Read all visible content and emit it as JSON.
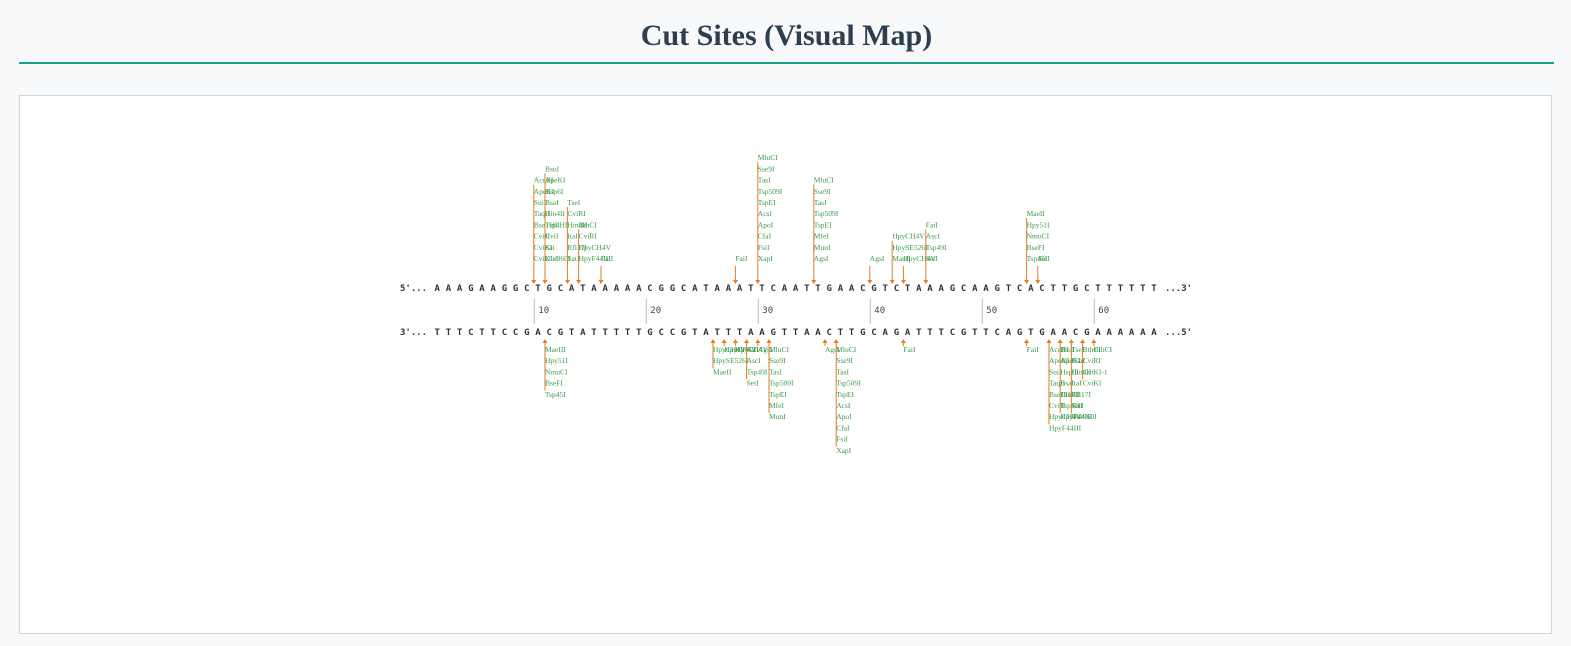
{
  "title": "Cut Sites (Visual Map)",
  "strands": {
    "top": "AAAGAAGGCTGCATAAAAACGGCATAAATTCAATTGAACGTCTAAAGCAAGTCACTTGCTTTTTT",
    "top_prefix": "5'...",
    "top_suffix": "...3'",
    "bottom": "TTTCTTCCGACGTATTTTTGCCGTATTTAAGTTAACTTGCAGATTTCGTTCAGTGAACGAAAAAA",
    "bottom_prefix": "3'...",
    "bottom_suffix": "...5'"
  },
  "ticks": [
    "10",
    "20",
    "30",
    "40",
    "50",
    "60"
  ],
  "colors": {
    "arrow": "#e67e22",
    "enzyme": "#3a9a4a",
    "sequence": "#333333",
    "title": "#2c3e50",
    "rule": "#16a085"
  },
  "top_sites": [
    {
      "pos": 9,
      "enzymes": [
        "AceIII",
        "ApeKI",
        "SuiI",
        "TaqII",
        "BseTHI",
        "CviJI",
        "CviKI",
        "CviKI-1"
      ]
    },
    {
      "pos": 10,
      "enzymes": [
        "BsuI",
        "ApeKI",
        "Hsp6I",
        "BsaI",
        "Hin4II",
        "Tsp4HI",
        "CviI",
        "Sat",
        "Uur960I"
      ]
    },
    {
      "pos": 12,
      "enzymes": [
        "TseI",
        "CviRI",
        "Hin4II",
        "ItaI",
        "Rfl17I",
        "SatI"
      ]
    },
    {
      "pos": 13,
      "enzymes": [
        "BthCI",
        "CviRI",
        "HpyCH4V",
        "HpyF44III"
      ]
    },
    {
      "pos": 15,
      "enzymes": [
        "FaiI"
      ]
    },
    {
      "pos": 27,
      "enzymes": [
        "FaiI"
      ]
    },
    {
      "pos": 29,
      "enzymes": [
        "MluCI",
        "Sse9I",
        "TasI",
        "Tsp509I",
        "TspEI",
        "AcsI",
        "ApoI",
        "CfaI",
        "FsiI",
        "XapI"
      ]
    },
    {
      "pos": 34,
      "enzymes": [
        "MluCI",
        "Sse9I",
        "TasI",
        "Tsp509I",
        "TspEI",
        "MfeI",
        "MunI",
        "AgsI"
      ]
    },
    {
      "pos": 39,
      "enzymes": [
        "AgsI"
      ]
    },
    {
      "pos": 41,
      "enzymes": [
        "HpyCH4V",
        "HpySE526I",
        "MaeII"
      ]
    },
    {
      "pos": 42,
      "enzymes": [
        "HpyCH4V"
      ]
    },
    {
      "pos": 44,
      "enzymes": [
        "FaiI",
        "AscI",
        "Tsp49I",
        "SetI"
      ]
    },
    {
      "pos": 53,
      "enzymes": [
        "MaeII",
        "Hpy51I",
        "NmuCI",
        "BseFI",
        "Tsp45I"
      ]
    },
    {
      "pos": 54,
      "enzymes": [
        "SetI"
      ]
    }
  ],
  "bottom_sites": [
    {
      "pos": 10,
      "enzymes": [
        "MaeIII",
        "Hpy51I",
        "NmuCI",
        "BseFI",
        "Tsp45I"
      ]
    },
    {
      "pos": 25,
      "enzymes": [
        "HpyCH4V",
        "HpySE526I",
        "MaeII"
      ]
    },
    {
      "pos": 26,
      "enzymes": [
        "HpyCH4V"
      ]
    },
    {
      "pos": 27,
      "enzymes": [
        "HpyCH4V"
      ]
    },
    {
      "pos": 28,
      "enzymes": [
        "FaiI",
        "AscI",
        "Tsp49I",
        "SetI"
      ]
    },
    {
      "pos": 29,
      "enzymes": [
        "AgsI"
      ]
    },
    {
      "pos": 30,
      "enzymes": [
        "MluCI",
        "Sse9I",
        "TasI",
        "Tsp509I",
        "TspEI",
        "MfeI",
        "MunI"
      ]
    },
    {
      "pos": 35,
      "enzymes": [
        "AgsI"
      ]
    },
    {
      "pos": 36,
      "enzymes": [
        "MluCI",
        "Sse9I",
        "TasI",
        "Tsp509I",
        "TspEI",
        "AcsI",
        "ApoI",
        "CfaI",
        "FsiI",
        "XapI"
      ]
    },
    {
      "pos": 42,
      "enzymes": [
        "FaiI"
      ]
    },
    {
      "pos": 53,
      "enzymes": [
        "FaiI"
      ]
    },
    {
      "pos": 55,
      "enzymes": [
        "AceIII",
        "ApeKI",
        "SuiI",
        "TaqII",
        "BseTHI",
        "CviJI",
        "HpyCH4V",
        "HpyF44III"
      ]
    },
    {
      "pos": 56,
      "enzymes": [
        "BsuI",
        "ApeKI",
        "Hsp6I",
        "BsaI",
        "Hin4II",
        "Tsp4HI",
        "HpyF44III"
      ]
    },
    {
      "pos": 57,
      "enzymes": [
        "TseI",
        "BsaI",
        "Hin4II",
        "ItaI",
        "Rfl17I",
        "SatI",
        "Uur960I"
      ]
    },
    {
      "pos": 58,
      "enzymes": [
        "BthCI",
        "CviRI",
        "CviKI-1",
        "CviKI"
      ]
    },
    {
      "pos": 59,
      "enzymes": [
        "BthCI"
      ]
    }
  ]
}
